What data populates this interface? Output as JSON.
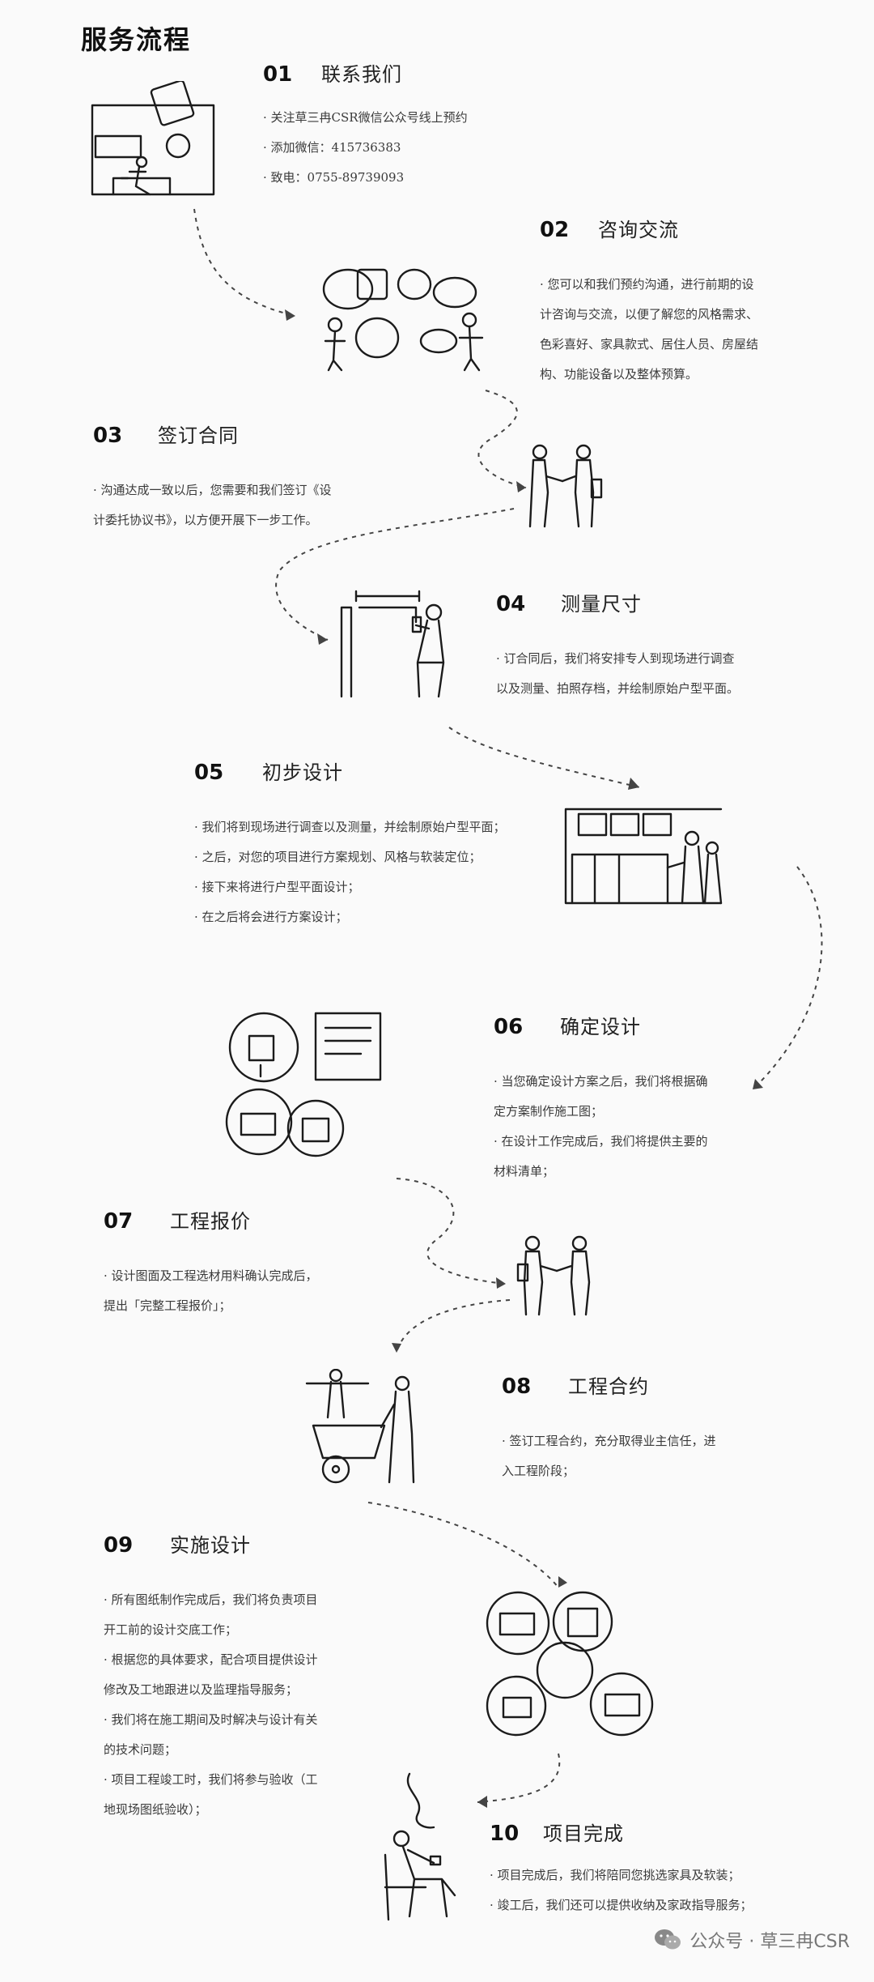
{
  "page_title": "服务流程",
  "steps": [
    {
      "num": "01",
      "title": "联系我们",
      "lines": [
        "· 关注草三冉CSR微信公众号线上预约",
        "· 添加微信：415736383",
        "· 致电：0755-89739093"
      ]
    },
    {
      "num": "02",
      "title": "咨询交流",
      "lines": [
        "· 您可以和我们预约沟通，进行前期的设",
        "计咨询与交流，以便了解您的风格需求、",
        "色彩喜好、家具款式、居住人员、房屋结",
        "构、功能设备以及整体预算。"
      ]
    },
    {
      "num": "03",
      "title": "签订合同",
      "lines": [
        "· 沟通达成一致以后，您需要和我们签订《设",
        "计委托协议书》，以方便开展下一步工作。"
      ]
    },
    {
      "num": "04",
      "title": "测量尺寸",
      "lines": [
        "· 订合同后，我们将安排专人到现场进行调查",
        "以及测量、拍照存档，并绘制原始户型平面。"
      ]
    },
    {
      "num": "05",
      "title": "初步设计",
      "lines": [
        "· 我们将到现场进行调查以及测量，并绘制原始户型平面；",
        "· 之后，对您的项目进行方案规划、风格与软装定位；",
        "· 接下来将进行户型平面设计；",
        "· 在之后将会进行方案设计；"
      ]
    },
    {
      "num": "06",
      "title": "确定设计",
      "lines": [
        "· 当您确定设计方案之后，我们将根据确",
        "定方案制作施工图；",
        "· 在设计工作完成后，我们将提供主要的",
        "材料清单；"
      ]
    },
    {
      "num": "07",
      "title": "工程报价",
      "lines": [
        "· 设计图面及工程选材用料确认完成后，",
        "提出「完整工程报价」；"
      ]
    },
    {
      "num": "08",
      "title": "工程合约",
      "lines": [
        "· 签订工程合约，充分取得业主信任，进",
        "入工程阶段；"
      ]
    },
    {
      "num": "09",
      "title": "实施设计",
      "lines": [
        "· 所有图纸制作完成后，我们将负责项目",
        "开工前的设计交底工作；",
        "· 根据您的具体要求，配合项目提供设计",
        "修改及工地跟进以及监理指导服务；",
        "· 我们将在施工期间及时解决与设计有关",
        "的技术问题；",
        "· 项目工程竣工时，我们将参与验收（工",
        "地现场图纸验收）；"
      ]
    },
    {
      "num": "10",
      "title": "项目完成",
      "lines": [
        "· 项目完成后，我们将陪同您挑选家具及软装；",
        "· 竣工后，我们还可以提供收纳及家政指导服务；"
      ]
    }
  ],
  "watermark": {
    "text": "公众号 · 草三冉CSR",
    "icon": "wechat-icon"
  }
}
